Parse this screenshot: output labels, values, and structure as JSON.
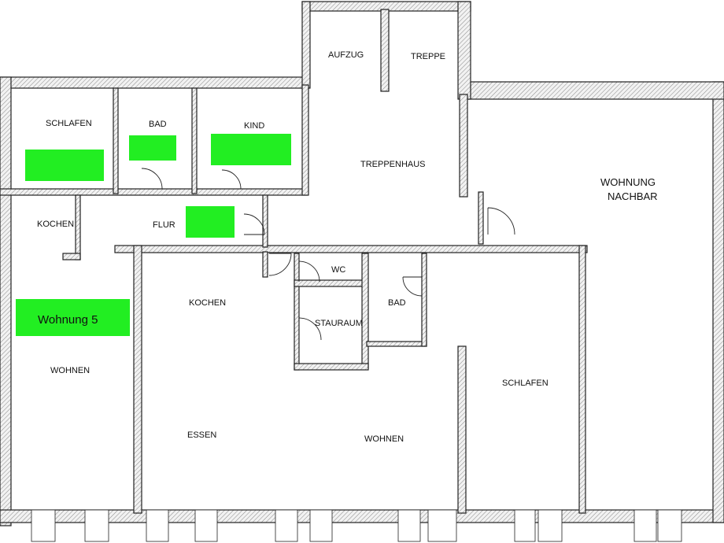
{
  "plan": {
    "rooms": {
      "aufzug": "AUFZUG",
      "treppe": "TREPPE",
      "schlafen_left": "SCHLAFEN",
      "bad_left": "BAD",
      "kind": "KIND",
      "treppenhaus": "TREPPENHAUS",
      "nachbar_line1": "WOHNUNG",
      "nachbar_line2": "NACHBAR",
      "kochen_left": "KOCHEN",
      "flur": "FLUR",
      "wc": "WC",
      "bad_right": "BAD",
      "kochen_center": "KOCHEN",
      "stauraum": "STAURAUM",
      "wohnen_left": "WOHNEN",
      "schlafen_right": "SCHLAFEN",
      "essen": "ESSEN",
      "wohnen_center": "WOHNEN"
    },
    "unit_label": "Wohnung 5",
    "highlight_color": "#22ee22"
  }
}
